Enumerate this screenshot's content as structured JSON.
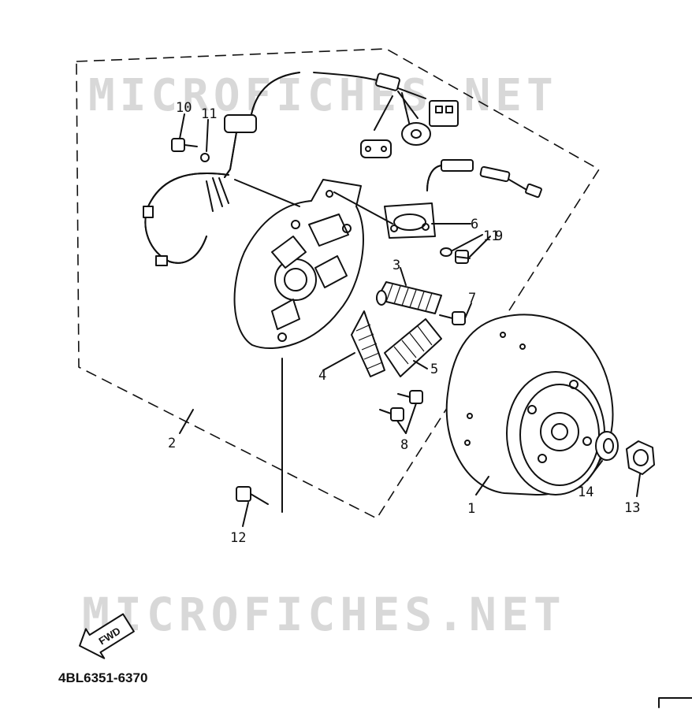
{
  "watermark": {
    "top": "MICROFICHES.NET",
    "bottom": "MICROFICHES.NET"
  },
  "callouts": [
    "1",
    "2",
    "3",
    "4",
    "5",
    "6",
    "7",
    "8",
    "9",
    "10",
    "11",
    "11",
    "12",
    "13",
    "14"
  ],
  "fwd_label": "FWD",
  "part_number": "4BL6351-6370",
  "colors": {
    "ink": "#111111",
    "watermark": "#d8d8d8",
    "background": "#ffffff"
  },
  "icons": [
    "fwd-arrow-icon"
  ]
}
